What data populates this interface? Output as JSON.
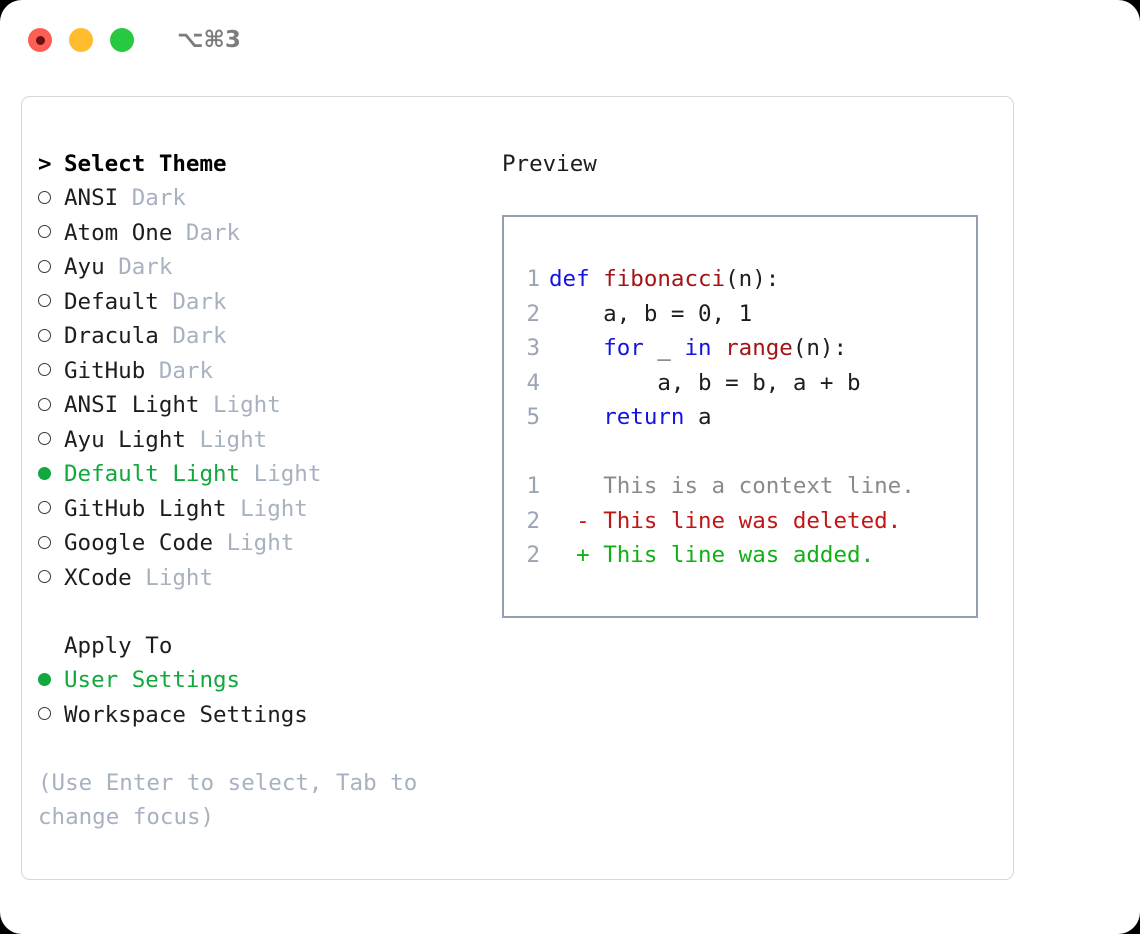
{
  "window": {
    "traffic_lights": [
      {
        "name": "close",
        "color": "#fd5f57"
      },
      {
        "name": "minimize",
        "color": "#febc2e"
      },
      {
        "name": "zoom",
        "color": "#28c840"
      }
    ],
    "shortcut": "⌥⌘3"
  },
  "theme_list": {
    "header_marker": ">",
    "header": "Select Theme",
    "items": [
      {
        "selected": false,
        "label": "ANSI",
        "tag": "Dark"
      },
      {
        "selected": false,
        "label": "Atom One",
        "tag": "Dark"
      },
      {
        "selected": false,
        "label": "Ayu",
        "tag": "Dark"
      },
      {
        "selected": false,
        "label": "Default",
        "tag": "Dark"
      },
      {
        "selected": false,
        "label": "Dracula",
        "tag": "Dark"
      },
      {
        "selected": false,
        "label": "GitHub",
        "tag": "Dark"
      },
      {
        "selected": false,
        "label": "ANSI Light",
        "tag": "Light"
      },
      {
        "selected": false,
        "label": "Ayu Light",
        "tag": "Light"
      },
      {
        "selected": true,
        "label": "Default Light",
        "tag": "Light"
      },
      {
        "selected": false,
        "label": "GitHub Light",
        "tag": "Light"
      },
      {
        "selected": false,
        "label": "Google Code",
        "tag": "Light"
      },
      {
        "selected": false,
        "label": "XCode",
        "tag": "Light"
      }
    ]
  },
  "apply_to": {
    "label": "Apply To",
    "items": [
      {
        "selected": true,
        "label": "User Settings"
      },
      {
        "selected": false,
        "label": "Workspace Settings"
      }
    ]
  },
  "hint": {
    "line1": "(Use Enter to select, Tab to",
    "line2": "change focus)"
  },
  "preview": {
    "title": "Preview",
    "code_lines": [
      {
        "num": "1",
        "tokens": [
          {
            "t": "def ",
            "c": "kw"
          },
          {
            "t": "fibonacci",
            "c": "fn"
          },
          {
            "t": "(n):",
            "c": "pl"
          }
        ]
      },
      {
        "num": "2",
        "tokens": [
          {
            "t": "    a, b = 0, 1",
            "c": "pl"
          }
        ]
      },
      {
        "num": "3",
        "tokens": [
          {
            "t": "    ",
            "c": "pl"
          },
          {
            "t": "for",
            "c": "kw"
          },
          {
            "t": " _ ",
            "c": "pl"
          },
          {
            "t": "in",
            "c": "kw"
          },
          {
            "t": " ",
            "c": "pl"
          },
          {
            "t": "range",
            "c": "fn"
          },
          {
            "t": "(n):",
            "c": "pl"
          }
        ]
      },
      {
        "num": "4",
        "tokens": [
          {
            "t": "        a, b = b, a + b",
            "c": "pl"
          }
        ]
      },
      {
        "num": "5",
        "tokens": [
          {
            "t": "    ",
            "c": "pl"
          },
          {
            "t": "return",
            "c": "kw"
          },
          {
            "t": " a",
            "c": "pl"
          }
        ]
      }
    ],
    "diff_lines": [
      {
        "num": "1",
        "sign": "  ",
        "text": "This is a context line.",
        "kind": "ctx"
      },
      {
        "num": "2",
        "sign": "- ",
        "text": "This line was deleted.",
        "kind": "del"
      },
      {
        "num": "2",
        "sign": "+ ",
        "text": "This line was added.",
        "kind": "add"
      }
    ]
  },
  "colors": {
    "accent_green": "#11a83d",
    "tag_grey": "#a7b1c0",
    "keyword_blue": "#1414e0",
    "function_red": "#a31414",
    "diff_deleted": "#c01616",
    "diff_added": "#12b015",
    "panel_border": "#d4d7de",
    "preview_border": "#93a0b1"
  }
}
